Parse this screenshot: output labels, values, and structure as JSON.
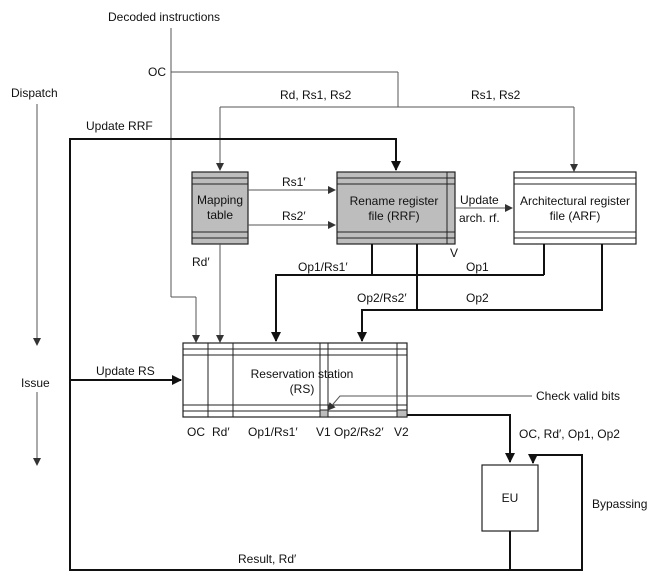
{
  "labels": {
    "decoded_instructions": "Decoded instructions",
    "oc_top": "OC",
    "dispatch": "Dispatch",
    "issue": "Issue",
    "rd_rs1_rs2": "Rd, Rs1, Rs2",
    "rs1_rs2": "Rs1, Rs2",
    "update_rrf": "Update RRF",
    "update_rs": "Update RS",
    "rs1_prime": "Rs1′",
    "rs2_prime": "Rs2′",
    "rd_prime": "Rd′",
    "update_line1": "Update",
    "update_line2": "arch. rf.",
    "v_flag": "V",
    "op1_rs1_prime": "Op1/Rs1′",
    "op1": "Op1",
    "op2_rs2_prime": "Op2/Rs2′",
    "op2": "Op2",
    "check_valid_bits": "Check valid bits",
    "oc_rd_op1_op2": "OC, Rd′, Op1, Op2",
    "bypassing": "Bypassing",
    "result_rd": "Result, Rd′"
  },
  "boxes": {
    "mapping_table": [
      "Mapping",
      "table"
    ],
    "rrf": [
      "Rename register",
      "file (RRF)"
    ],
    "arf": [
      "Architectural register",
      "file (ARF)"
    ],
    "rs": [
      "Reservation station",
      "(RS)"
    ],
    "eu": "EU"
  },
  "rs_columns": [
    "OC",
    "Rd′",
    "Op1/Rs1′",
    "V1",
    "Op2/Rs2′",
    "V2"
  ],
  "colors": {
    "shaded_box": "#bdbdbd",
    "line_dark": "#111111",
    "line_light": "#555555"
  }
}
